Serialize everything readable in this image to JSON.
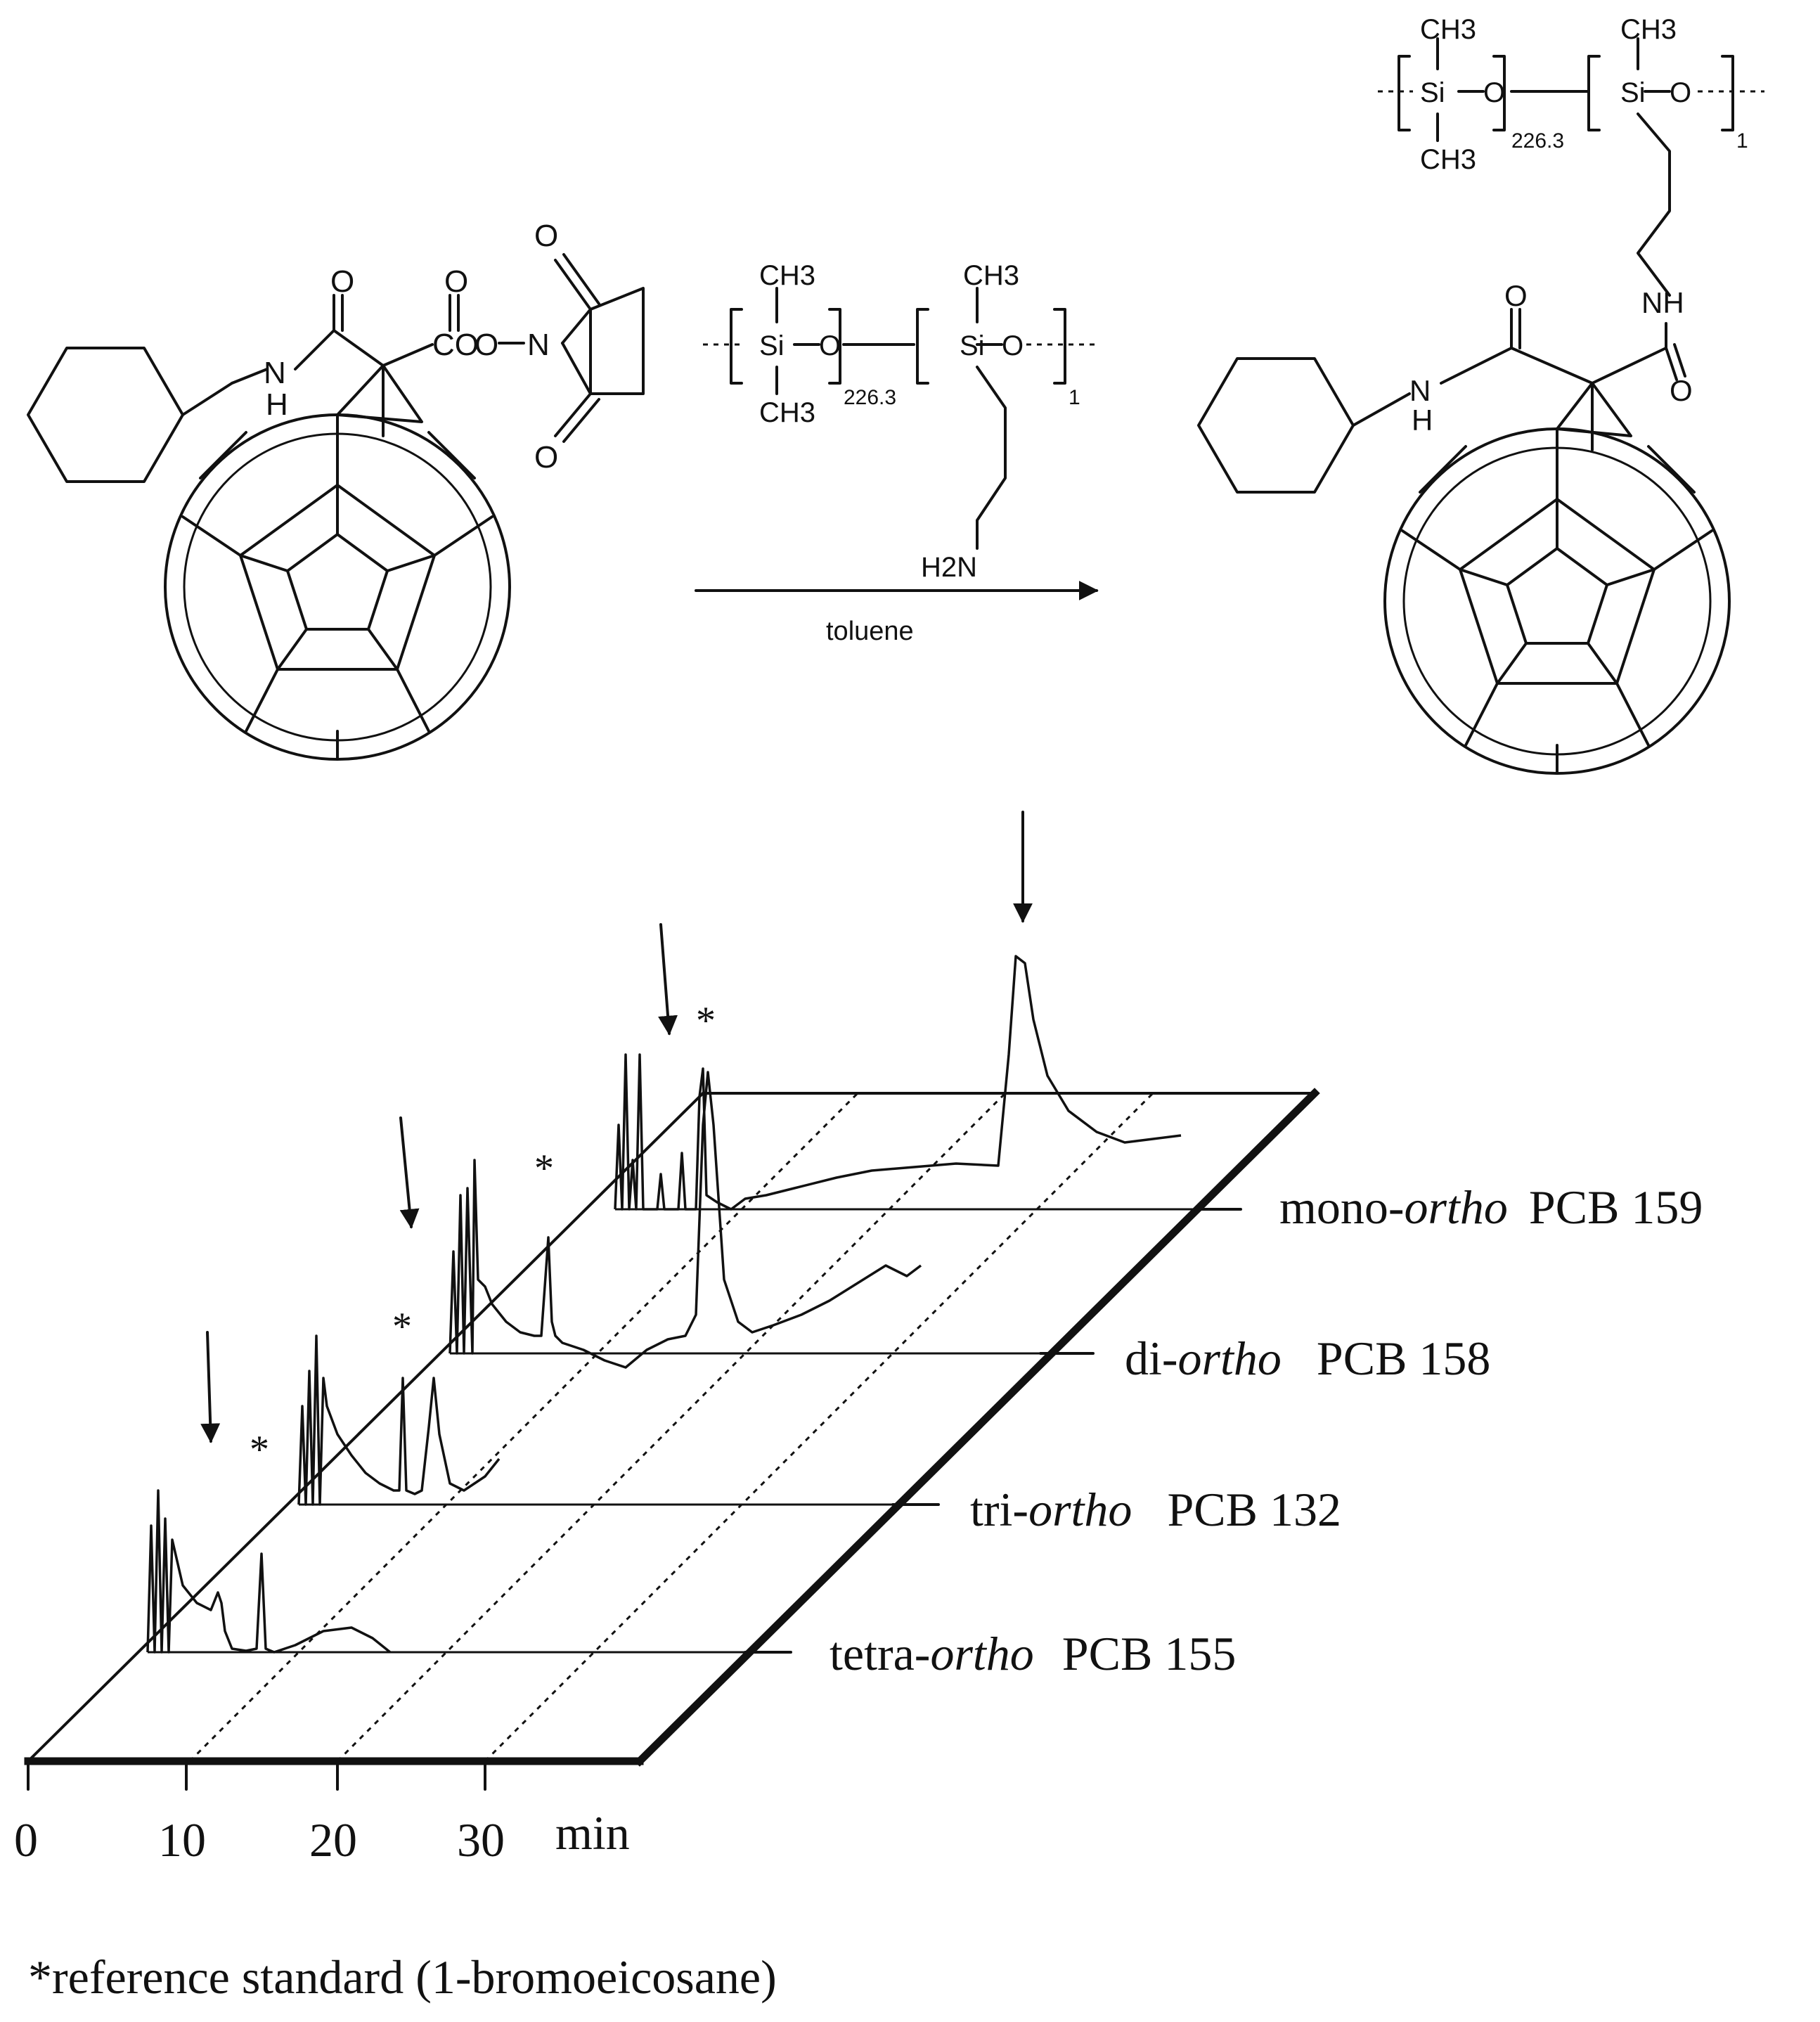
{
  "reaction": {
    "reagent": {
      "ch3_top": "CH3",
      "si": "Si",
      "o": "O",
      "ch3_bottom": "CH3",
      "repeat_n": "226.3",
      "ch3_top_2": "CH3",
      "si_2": "Si",
      "o_2": "O",
      "repeat_m": "1",
      "amine": "H2N"
    },
    "condition": "toluene",
    "reactant": {
      "amide_o": "O",
      "ester_o": "O",
      "nh": "N",
      "nh_h": "H",
      "ester_co": "CO",
      "ester_link": "O",
      "succ_n": "N",
      "succ_o_top": "O",
      "succ_o_bottom": "O"
    },
    "product": {
      "ch3_top": "CH3",
      "si": "Si",
      "o": "O",
      "ch3_bottom": "CH3",
      "repeat_n": "226.3",
      "ch3_top_2": "CH3",
      "si_2": "Si",
      "o_2": "O",
      "repeat_m": "1",
      "amide_nh": "NH",
      "amide_o_left": "O",
      "amide_o_right": "O",
      "nh": "N",
      "nh_h": "H"
    }
  },
  "chromatogram": {
    "traces": [
      {
        "prefix": "mono-",
        "italic": "ortho",
        "compound": "PCB 159"
      },
      {
        "prefix": "di-",
        "italic": "ortho",
        "compound": "PCB 158"
      },
      {
        "prefix": "tri-",
        "italic": "ortho",
        "compound": "PCB 132"
      },
      {
        "prefix": "tetra-",
        "italic": "ortho",
        "compound": "PCB 155"
      }
    ],
    "time_axis": {
      "ticks": [
        "0",
        "10",
        "20",
        "30"
      ],
      "unit": "min"
    },
    "reference_marker": "*",
    "footnote": "*reference standard (1-bromoeicosane)"
  }
}
